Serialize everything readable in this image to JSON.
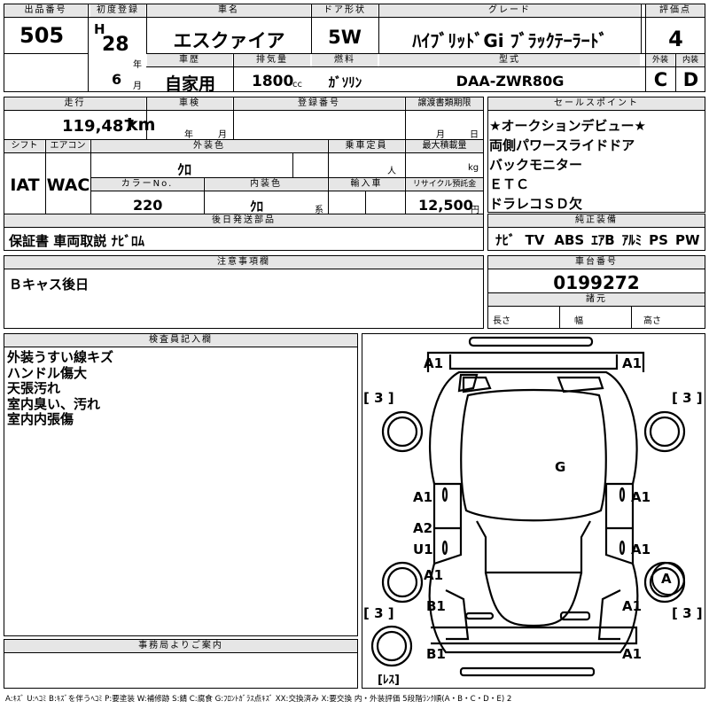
{
  "top": {
    "lot": {
      "label": "出品番号",
      "value": "505"
    },
    "first_reg": {
      "label": "初度登録",
      "era": "H",
      "year": "28",
      "year_unit": "年",
      "month": "6",
      "month_unit": "月"
    },
    "car_name": {
      "label": "車名",
      "value": "エスクァイア"
    },
    "doors": {
      "label": "ドア形状",
      "value": "5W"
    },
    "grade": {
      "label": "グレード",
      "value": "ﾊｲﾌﾞﾘｯﾄﾞGi ﾌﾞﾗｯｸﾃｰﾗｰﾄﾞ"
    },
    "score": {
      "label": "評価点",
      "value": "4"
    },
    "history": {
      "label": "車歴",
      "value": "自家用"
    },
    "displacement": {
      "label": "排気量",
      "value": "1800",
      "unit": "cc"
    },
    "fuel": {
      "label": "燃料",
      "value": "ｶﾞｿﾘﾝ"
    },
    "model": {
      "label": "型式",
      "value": "DAA-ZWR80G"
    },
    "exterior": {
      "label": "外装",
      "value": "C"
    },
    "interior": {
      "label": "内装",
      "value": "D"
    }
  },
  "mid": {
    "mileage": {
      "label": "走行",
      "value": "119,487",
      "unit": "km"
    },
    "inspection": {
      "label": "車検",
      "year_unit": "年",
      "month_unit": "月"
    },
    "registration": {
      "label": "登録番号"
    },
    "transfer_deadline": {
      "label": "譲渡書類期限",
      "month_unit": "月",
      "day_unit": "日"
    },
    "shift": {
      "label": "シフト",
      "value": "IAT"
    },
    "aircon": {
      "label": "エアコン",
      "value": "WAC"
    },
    "ext_color": {
      "label": "外装色",
      "value": "ｸﾛ"
    },
    "capacity": {
      "label": "乗車定員",
      "unit": "人"
    },
    "max_load": {
      "label": "最大積載量",
      "unit": "kg"
    },
    "color_no": {
      "label": "カラーNo.",
      "value": "220"
    },
    "int_color": {
      "label": "内装色",
      "value": "ｸﾛ",
      "unit": "系"
    },
    "import": {
      "label": "輸入車"
    },
    "recycle": {
      "label": "リサイクル預託金",
      "value": "12,500",
      "unit": "円"
    }
  },
  "sales_points": {
    "label": "セールスポイント",
    "items": [
      "★オークションデビュー★",
      "両側パワースライドドア",
      "バックモニター",
      "ＥＴＣ",
      "ドラレコＳＤ欠"
    ]
  },
  "later": {
    "label": "後日発送部品",
    "value": "保証書 車両取説 ﾅﾋﾞﾛﾑ"
  },
  "equipment": {
    "label": "純正装備",
    "items": [
      "ﾅﾋﾞ",
      "TV",
      "ABS",
      "ｴｱB",
      "ｱﾙﾐ",
      "PS",
      "PW"
    ]
  },
  "caution": {
    "label": "注意事項欄",
    "value": "Ｂキャス後日"
  },
  "chassis": {
    "label": "車台番号",
    "value": "0199272"
  },
  "specs": {
    "label": "諸元",
    "length": "長さ",
    "width": "幅",
    "height": "高さ"
  },
  "inspector": {
    "label": "検査員記入欄",
    "lines": [
      "外装うすい線キズ",
      "ハンドル傷大",
      "天張汚れ",
      "室内臭い、汚れ",
      "室内内張傷"
    ]
  },
  "office": {
    "label": "事務局よりご案内"
  },
  "diagram": {
    "marks": [
      "A1",
      "A1",
      "G",
      "A1",
      "A1",
      "A2",
      "U1",
      "A1",
      "A1",
      "A",
      "B1",
      "A1",
      "B1",
      "A1"
    ],
    "side_brackets": [
      "[ 3 ]",
      "[ 3 ]",
      "[ 3 ]",
      "[ 3 ]"
    ],
    "spare": "[ﾚｽ]"
  },
  "legend": "A:ｷｽﾞ U:ﾍｺﾐ B:ｷｽﾞを伴うﾍｺﾐ P:要塗装 W:補修跡 S:錆 C:腐食 G:ﾌﾛﾝﾄｶﾞﾗｽ点ｷｽﾞ XX:交換済み X:要交換 内・外装評価 5段階ﾗﾝｸ順(A・B・C・D・E) 2"
}
